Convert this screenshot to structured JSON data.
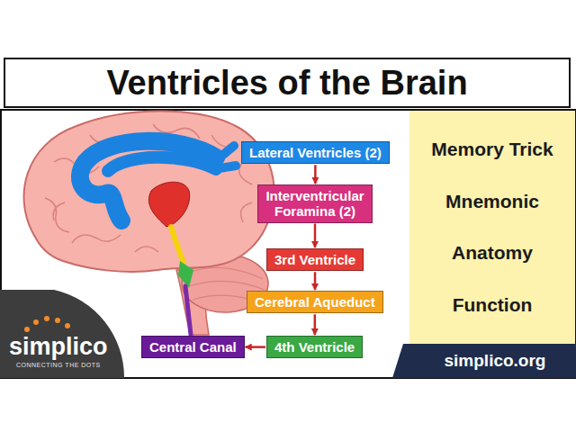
{
  "diagram": {
    "title": "Ventricles of the Brain",
    "nodes": [
      {
        "text": [
          "Lateral Ventricles (2)"
        ]
      },
      {
        "text": [
          "Interventricular Foramina (2)"
        ]
      },
      {
        "text": [
          "3rd Ventricle"
        ]
      },
      {
        "text": [
          "Cerebral Aqueduct"
        ]
      },
      {
        "text": [
          "4th Ventricle"
        ]
      },
      {
        "text": [
          "Central Canal"
        ]
      },
      {
        "text": [
          "Memory Trick",
          "Mnemonic",
          "Anatomy",
          "Function"
        ]
      },
      {
        "text": [
          "simplico.org"
        ]
      }
    ],
    "edges": [
      {
        "from": 0,
        "to": 1,
        "arrow": "to"
      },
      {
        "from": 1,
        "to": 2,
        "arrow": "to"
      },
      {
        "from": 2,
        "to": 3,
        "arrow": "to"
      },
      {
        "from": 3,
        "to": 4,
        "arrow": "to"
      },
      {
        "from": 4,
        "to": 5,
        "arrow": "to"
      }
    ],
    "labels": [
      "simplico",
      "CONNECTING THE DOTS"
    ]
  }
}
